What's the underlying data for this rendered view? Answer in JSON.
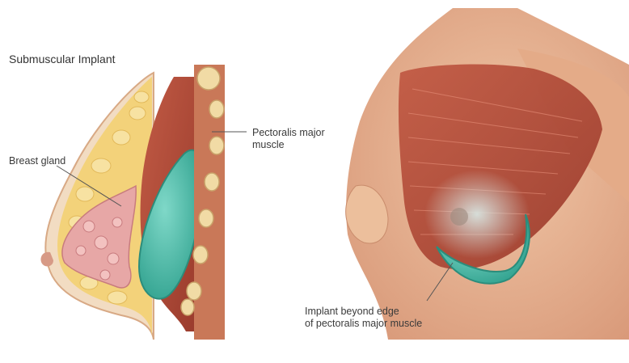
{
  "title": "Submuscular Implant",
  "labels": {
    "breast_gland": "Breast gland",
    "pectoralis_line1": "Pectoralis major",
    "pectoralis_line2": "muscle",
    "implant_line1": "Implant beyond edge",
    "implant_line2": "of pectoralis major muscle"
  },
  "colors": {
    "implant": "#4ec1ad",
    "muscle": "#b4523e",
    "fat": "#f3d27a",
    "gland": "#e7a7a6",
    "skin": "#e9b995"
  }
}
